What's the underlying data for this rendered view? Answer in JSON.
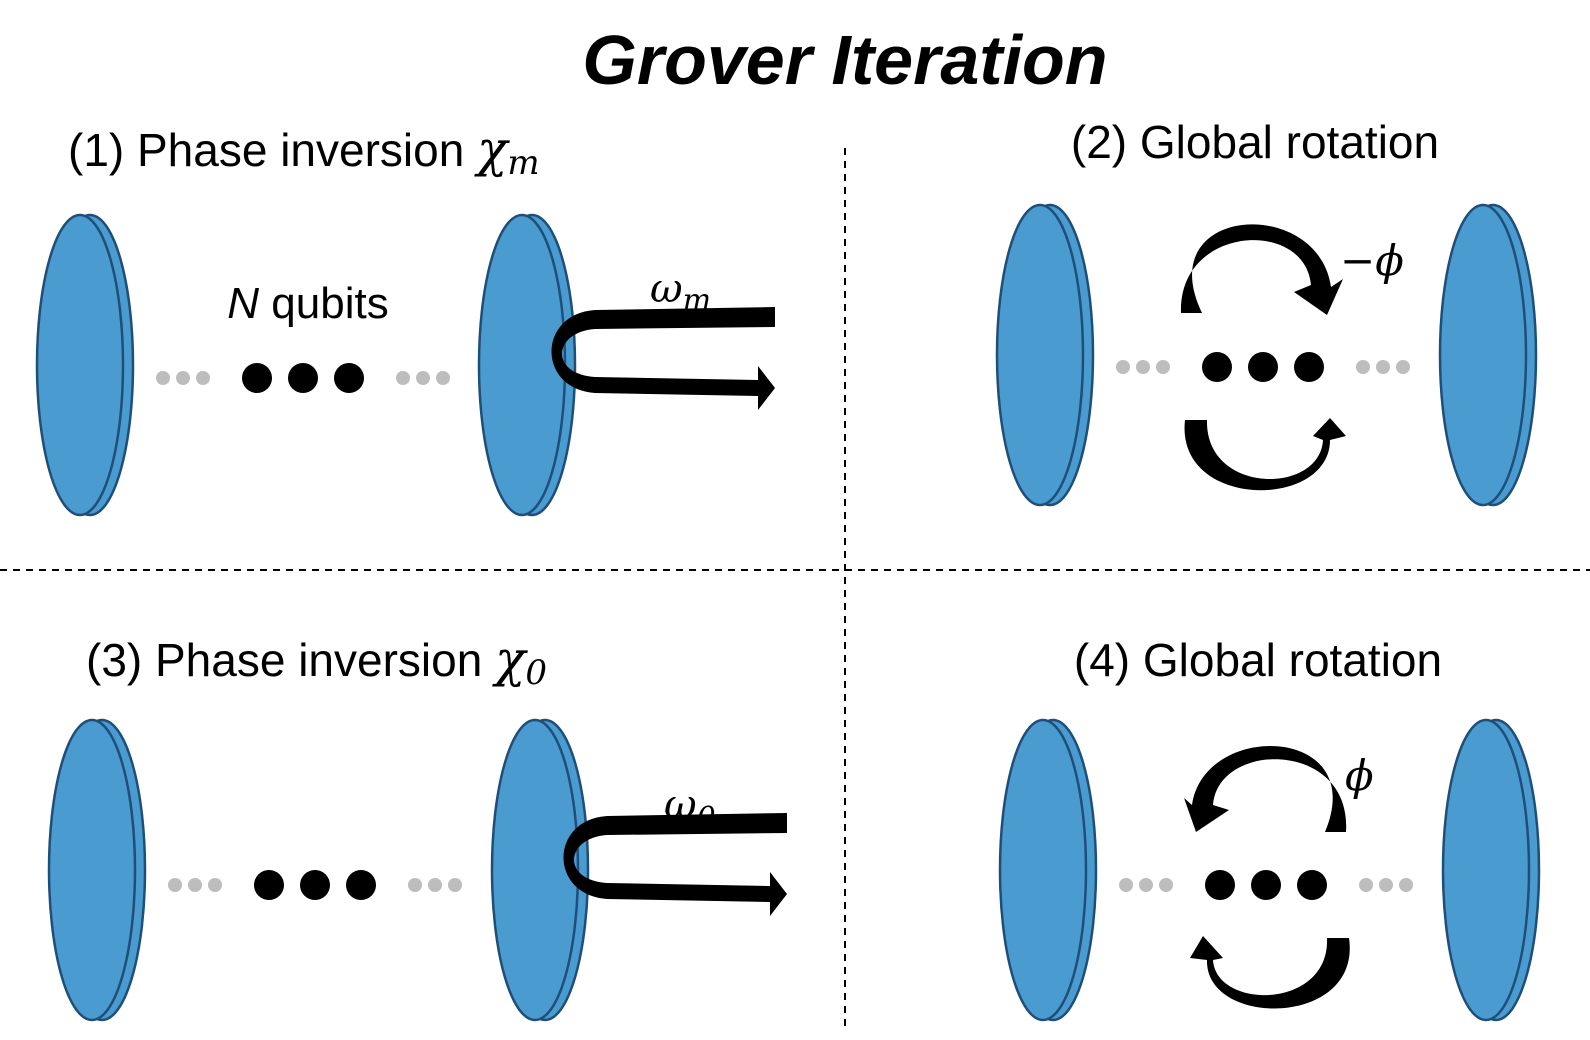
{
  "title": "Grover Iteration",
  "colors": {
    "disk_fill": "#4A9BD0",
    "disk_stroke": "#1F4E79",
    "grey_dot": "#BDBDBD",
    "black": "#000000"
  },
  "panels": [
    {
      "id": 1,
      "label": "(1) Phase inversion ",
      "symbol": "χ",
      "subscript": "m",
      "qubits_italic": "N",
      "qubits_text": " qubits",
      "drive_symbol": "ω",
      "drive_subscript": "m",
      "icon": "curved-drive-arrow-icon"
    },
    {
      "id": 2,
      "label": "(2) Global rotation",
      "rotation_label": "−ϕ",
      "icon": "clockwise-rotation-icon"
    },
    {
      "id": 3,
      "label": "(3) Phase inversion ",
      "symbol": "χ",
      "subscript": "0",
      "drive_symbol": "ω",
      "drive_subscript": "0",
      "icon": "curved-drive-arrow-icon"
    },
    {
      "id": 4,
      "label": "(4) Global rotation",
      "rotation_label": "ϕ",
      "icon": "counterclockwise-rotation-icon"
    }
  ]
}
